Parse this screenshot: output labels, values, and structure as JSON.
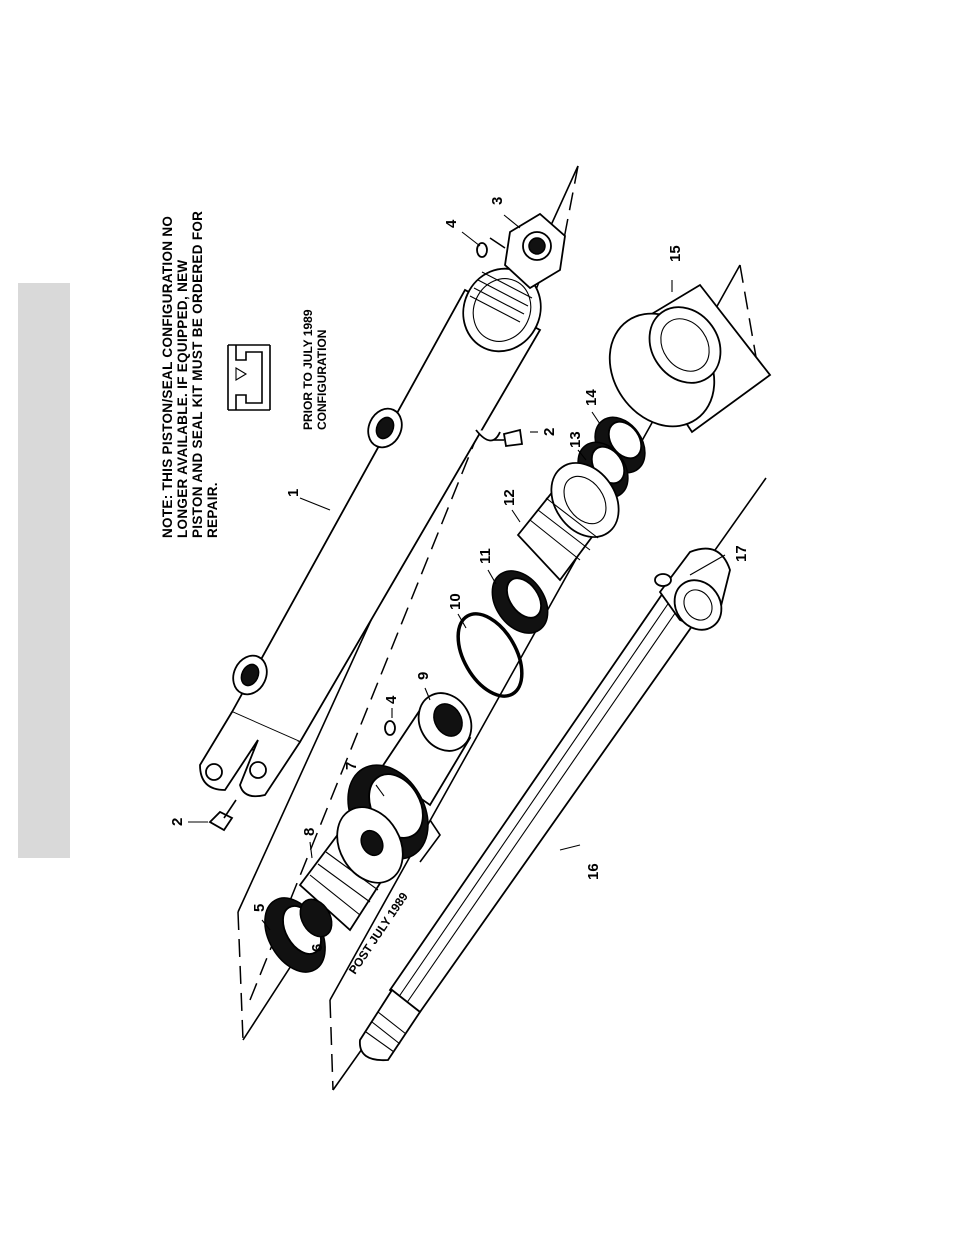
{
  "note": {
    "lines": [
      "NOTE: THIS PISTON/SEAL CONFIGURATION NO",
      "LONGER   AVAILABLE.  IF  EQUIPPED,  NEW",
      "PISTON AND SEAL KIT MUST BE ORDERED FOR",
      "REPAIR."
    ]
  },
  "prior_caption": {
    "lines": [
      "PRIOR TO JULY 1989",
      "CONFIGURATION"
    ]
  },
  "post_caption": "POST JULY 1989",
  "callouts": {
    "c1": "1",
    "c2a": "2",
    "c2b": "2",
    "c3": "3",
    "c4a": "4",
    "c4b": "4",
    "c5": "5",
    "c6": "6",
    "c7": "7",
    "c8": "8",
    "c9": "9",
    "c10": "10",
    "c11": "11",
    "c12": "12",
    "c13": "13",
    "c14": "14",
    "c15": "15",
    "c16": "16",
    "c17": "17"
  }
}
